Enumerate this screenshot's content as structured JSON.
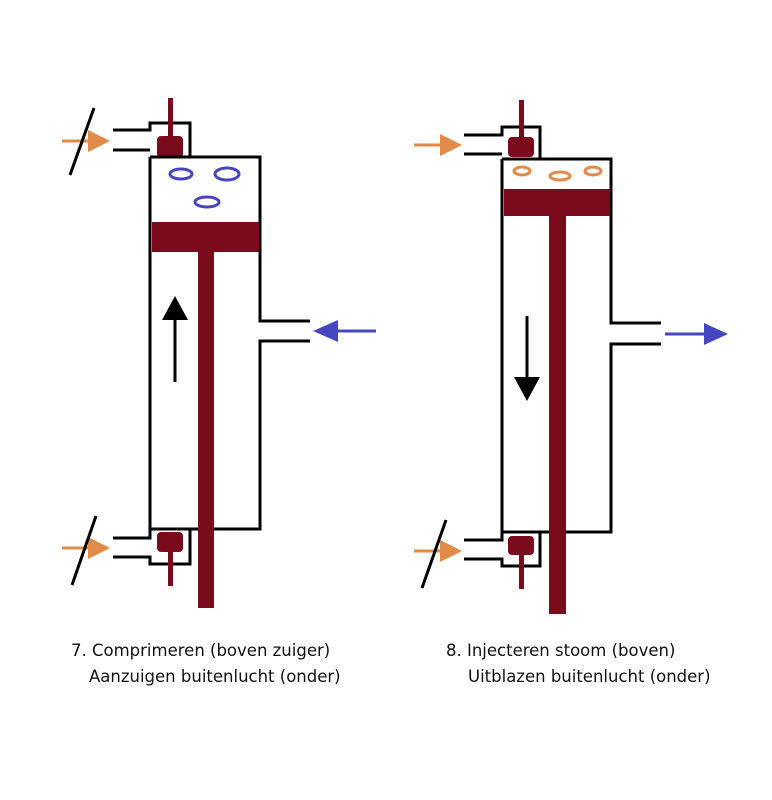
{
  "colors": {
    "outline": "#000000",
    "piston": "#7b0a1c",
    "air_arrow": "#e28a4a",
    "exhaust_arrow": "#4646c0",
    "bubble_blue": "#4646c0",
    "bubble_orange": "#e28a4a"
  },
  "panels": [
    {
      "caption_line1": "7. Comprimeren (boven zuiger)",
      "caption_line2": "Aanzuigen buitenlucht (onder)",
      "motion_arrow": "up",
      "side_arrow": "inward",
      "bubbles": "blue",
      "top_valve_blocked": true,
      "bottom_valve_blocked": true
    },
    {
      "caption_line1": "8. Injecteren stoom (boven)",
      "caption_line2": "Uitblazen buitenlucht (onder)",
      "motion_arrow": "down",
      "side_arrow": "outward",
      "bubbles": "orange",
      "top_valve_blocked": false,
      "bottom_valve_blocked": true
    }
  ]
}
